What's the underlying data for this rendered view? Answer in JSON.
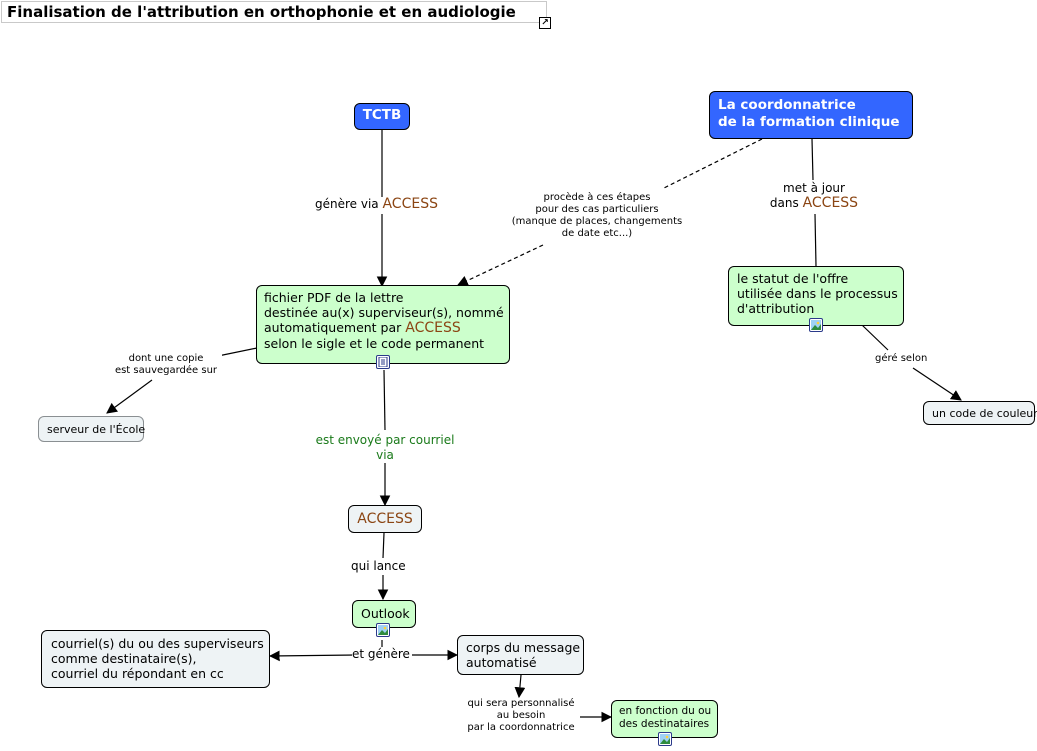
{
  "title": "Finalisation de l'attribution en orthophonie et en audiologie",
  "title_link_icon": "link-arrow-icon",
  "nodes": {
    "tctb": "TCTB",
    "coordonnatrice": [
      "La coordonnatrice",
      "de la formation clinique"
    ],
    "fichier_pdf": {
      "line1": "fichier PDF de la lettre",
      "line2": "destinée au(x) superviseur(s), nommé",
      "line3_prefix": "automatiquement par ",
      "line3_access": "ACCESS",
      "line4": "selon le sigle et le code permanent"
    },
    "statut_offre": [
      "le statut de l'offre",
      "utilisée dans le processus",
      "d'attribution"
    ],
    "serveur": "serveur de l'École",
    "code_couleur": "un code de couleur",
    "access": "ACCESS",
    "outlook": "Outlook",
    "courriels": [
      "courriel(s) du ou des superviseurs",
      "comme destinataire(s),",
      "courriel du répondant en cc"
    ],
    "corps_message": [
      "corps du message",
      "automatisé"
    ],
    "fonction_destinataires": [
      "en fonction du ou",
      "des destinataires"
    ]
  },
  "links": {
    "genere_via": {
      "prefix": "génère via ",
      "access": "ACCESS"
    },
    "procede": [
      "procède à ces étapes",
      "pour des cas particuliers",
      "(manque de places, changements",
      "de date etc...)"
    ],
    "met_a_jour": {
      "line1": "met à jour",
      "prefix": "dans ",
      "access": "ACCESS"
    },
    "dont_copie": [
      "dont une copie",
      "est sauvegardée sur"
    ],
    "gere_selon": "géré selon",
    "envoye": [
      "est envoyé par courriel",
      "via"
    ],
    "qui_lance": "qui lance",
    "et_genere": "et génère",
    "personnalise": [
      "qui sera personnalisé",
      "au besoin",
      "par la coordonnatrice"
    ]
  },
  "icons": {
    "fichier_pdf": "document-icon",
    "statut_offre": "image-icon",
    "outlook": "image-icon",
    "fonction_destinataires": "image-icon"
  },
  "colors": {
    "blue_node": "#3366ff",
    "green_node": "#ccffcc",
    "grey_node": "#eef3f5",
    "access_text": "#8b4513",
    "green_label": "#1a7a1a"
  }
}
